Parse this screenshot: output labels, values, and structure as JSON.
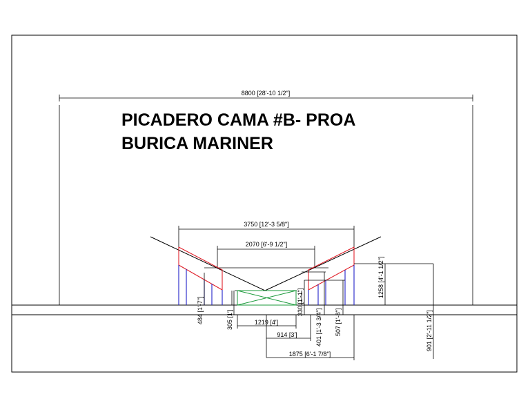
{
  "title": {
    "line1": "PICADERO CAMA #B- PROA",
    "line2": "BURICA MARINER"
  },
  "dimensions": {
    "overall_width": "8800 [28'-10 1/2\"]",
    "bed_width": "3750 [12'-3 5/8\"]",
    "inner_width": "2070 [6'-9 1/2\"]",
    "base_1219": "1219 [4']",
    "base_914": "914 [3']",
    "base_1875": "1875 [6'-1 7/8\"]",
    "h_484": "484 [1'-7\"]",
    "h_305": "305 [1']",
    "h_330": "330 [1'-1\"]",
    "h_401": "401 [1'-3 3/4\"]",
    "h_507": "507 [1'-8\"]",
    "h_1258": "1258 [4'-1 1/2\"]",
    "h_901": "901 [2'-11 1/2\"]"
  },
  "colors": {
    "pad": "#e0202a",
    "post": "#2020c8",
    "block": "#1a9a3a",
    "line": "#000000"
  }
}
